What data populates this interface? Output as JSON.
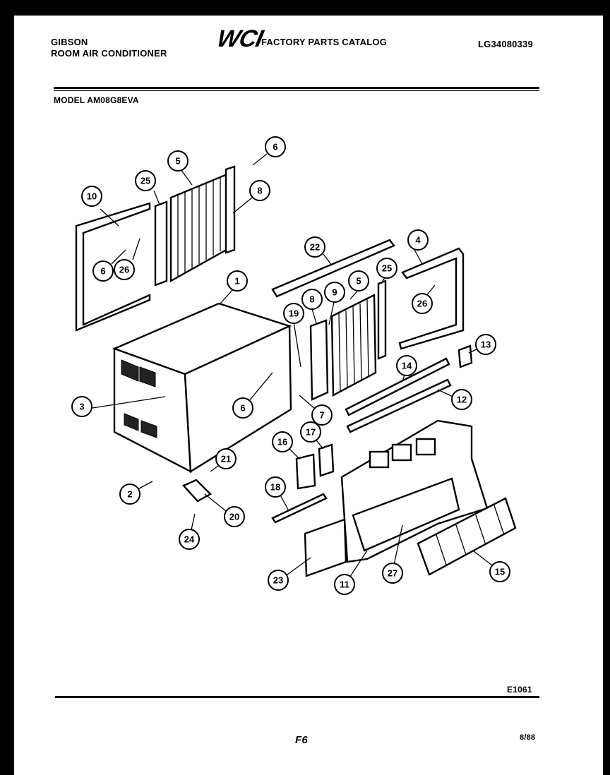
{
  "header": {
    "brand": "GIBSON",
    "product": "ROOM AIR CONDITIONER",
    "logo": "WCI",
    "catalog_title": "FACTORY PARTS CATALOG",
    "part_number": "LG34080339",
    "model": "MODEL AM08G8EVA"
  },
  "footer": {
    "drawing_code": "E1061",
    "page": "F6",
    "date": "8/88"
  },
  "callouts": [
    "1",
    "2",
    "3",
    "4",
    "5",
    "5",
    "6",
    "6",
    "6",
    "6",
    "7",
    "8",
    "8",
    "9",
    "10",
    "11",
    "12",
    "13",
    "14",
    "15",
    "16",
    "17",
    "18",
    "19",
    "20",
    "21",
    "23",
    "24",
    "25",
    "25",
    "26",
    "26",
    "27",
    "22"
  ]
}
